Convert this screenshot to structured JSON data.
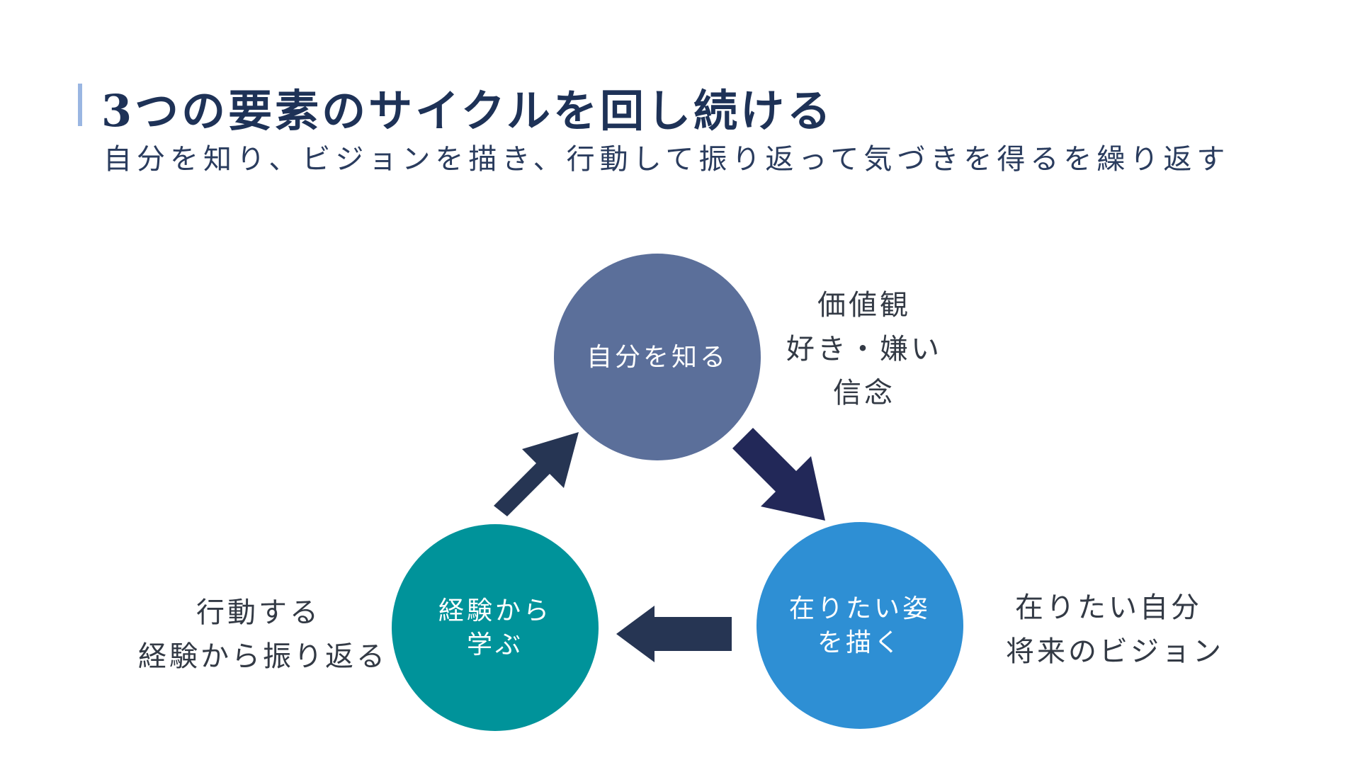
{
  "header": {
    "title": "3つの要素のサイクルを回し続ける",
    "subtitle": "自分を知り、ビジョンを描き、行動して振り返って気づきを得るを繰り返す"
  },
  "cycle": {
    "nodes": [
      {
        "id": "know",
        "lines": [
          "自分を知る"
        ],
        "color": "#5b6f9a"
      },
      {
        "id": "vision",
        "lines": [
          "在りたい姿",
          "を描く"
        ],
        "color": "#2e8fd4"
      },
      {
        "id": "learn",
        "lines": [
          "経験から",
          "学ぶ"
        ],
        "color": "#00939a"
      }
    ],
    "arrow_colors": {
      "know_to_vision": "#222858",
      "vision_to_learn": "#263553",
      "learn_to_know": "#263553"
    }
  },
  "annotations": {
    "know": [
      "価値観",
      "好き・嫌い",
      "信念"
    ],
    "vision": [
      "在りたい自分",
      "将来のビジョン"
    ],
    "learn": [
      "行動する",
      "経験から振り返る"
    ]
  }
}
